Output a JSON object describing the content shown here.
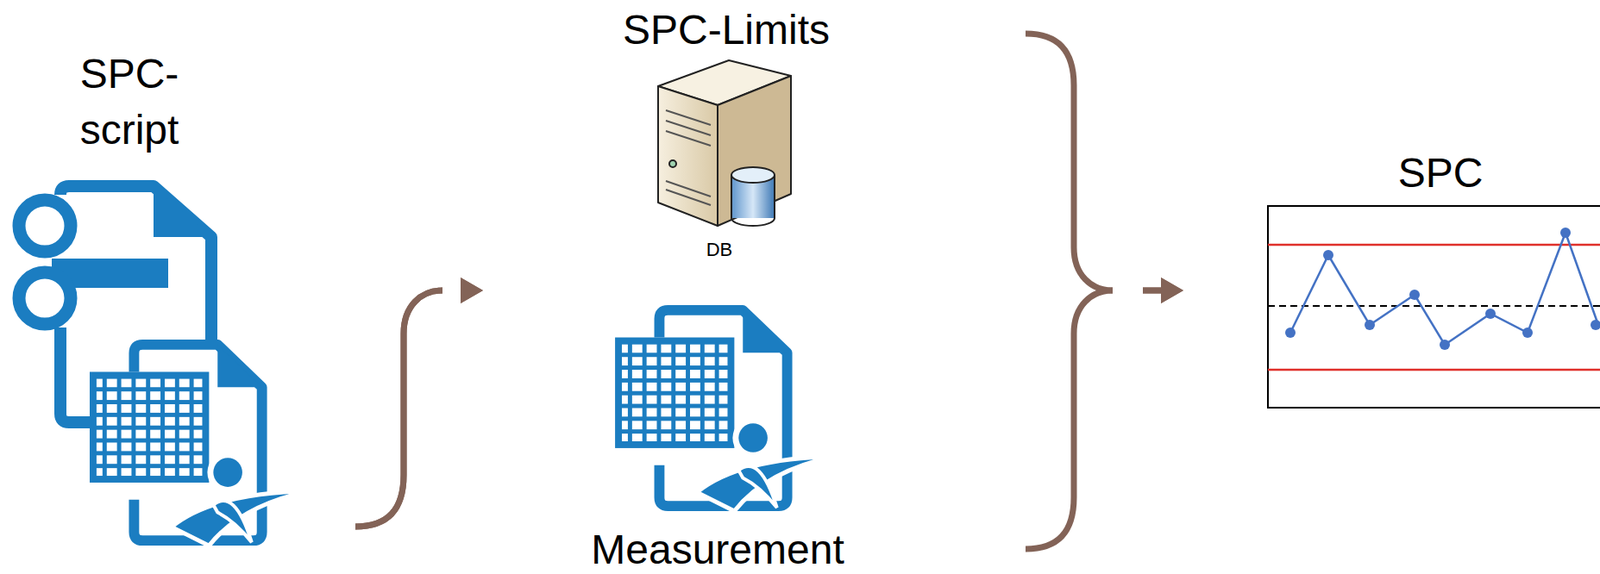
{
  "diagram": {
    "nodes": [
      {
        "text": [
          "SPC- script"
        ]
      },
      {
        "text": [
          "SPC-Limits",
          "DB"
        ]
      },
      {
        "text": [
          "Measurement"
        ]
      },
      {
        "text": [
          "SPC"
        ]
      }
    ],
    "edges": [
      {
        "from": 0,
        "to": 1,
        "arrow": "to"
      },
      {
        "from": 0,
        "to": 2,
        "arrow": "to"
      },
      {
        "from": 1,
        "to": 3,
        "arrow": "to"
      },
      {
        "from": 2,
        "to": 3,
        "arrow": "to"
      }
    ]
  }
}
